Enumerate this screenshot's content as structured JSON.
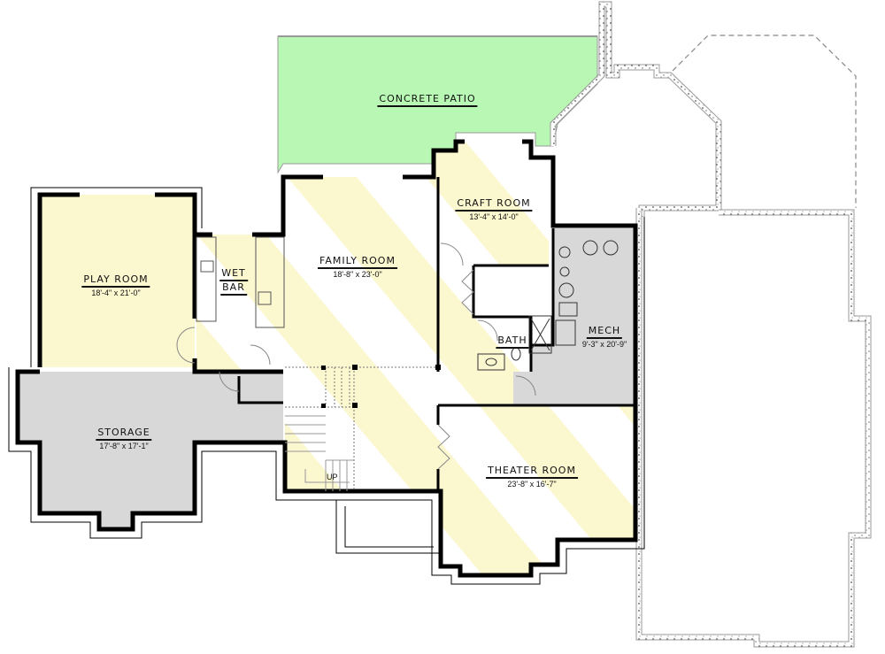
{
  "plan": {
    "colors": {
      "patio": "#b9f7b4",
      "living": "#fbf7cf",
      "utility": "#d8d8d8",
      "wall": "#000000",
      "foundation": "#ffffff"
    },
    "rooms": [
      {
        "id": "patio",
        "name": "CONCRETE PATIO",
        "dims": ""
      },
      {
        "id": "play",
        "name": "PLAY ROOM",
        "dims": "18'-4\" x 21'-0\""
      },
      {
        "id": "wetbar",
        "name_line1": "WET",
        "name_line2": "BAR",
        "dims": ""
      },
      {
        "id": "family",
        "name": "FAMILY ROOM",
        "dims": "18'-8\" x 23'-0\""
      },
      {
        "id": "craft",
        "name": "CRAFT ROOM",
        "dims": "13'-4\" x 14'-0\""
      },
      {
        "id": "bath",
        "name": "BATH",
        "dims": ""
      },
      {
        "id": "mech",
        "name": "MECH",
        "dims": "9'-3\" x 20'-9\""
      },
      {
        "id": "storage",
        "name": "STORAGE",
        "dims": "17'-8\" x 17'-1\""
      },
      {
        "id": "theater",
        "name": "THEATER ROOM",
        "dims": "23'-8\" x 16'-7\""
      }
    ],
    "stairs": {
      "label": "UP"
    }
  }
}
